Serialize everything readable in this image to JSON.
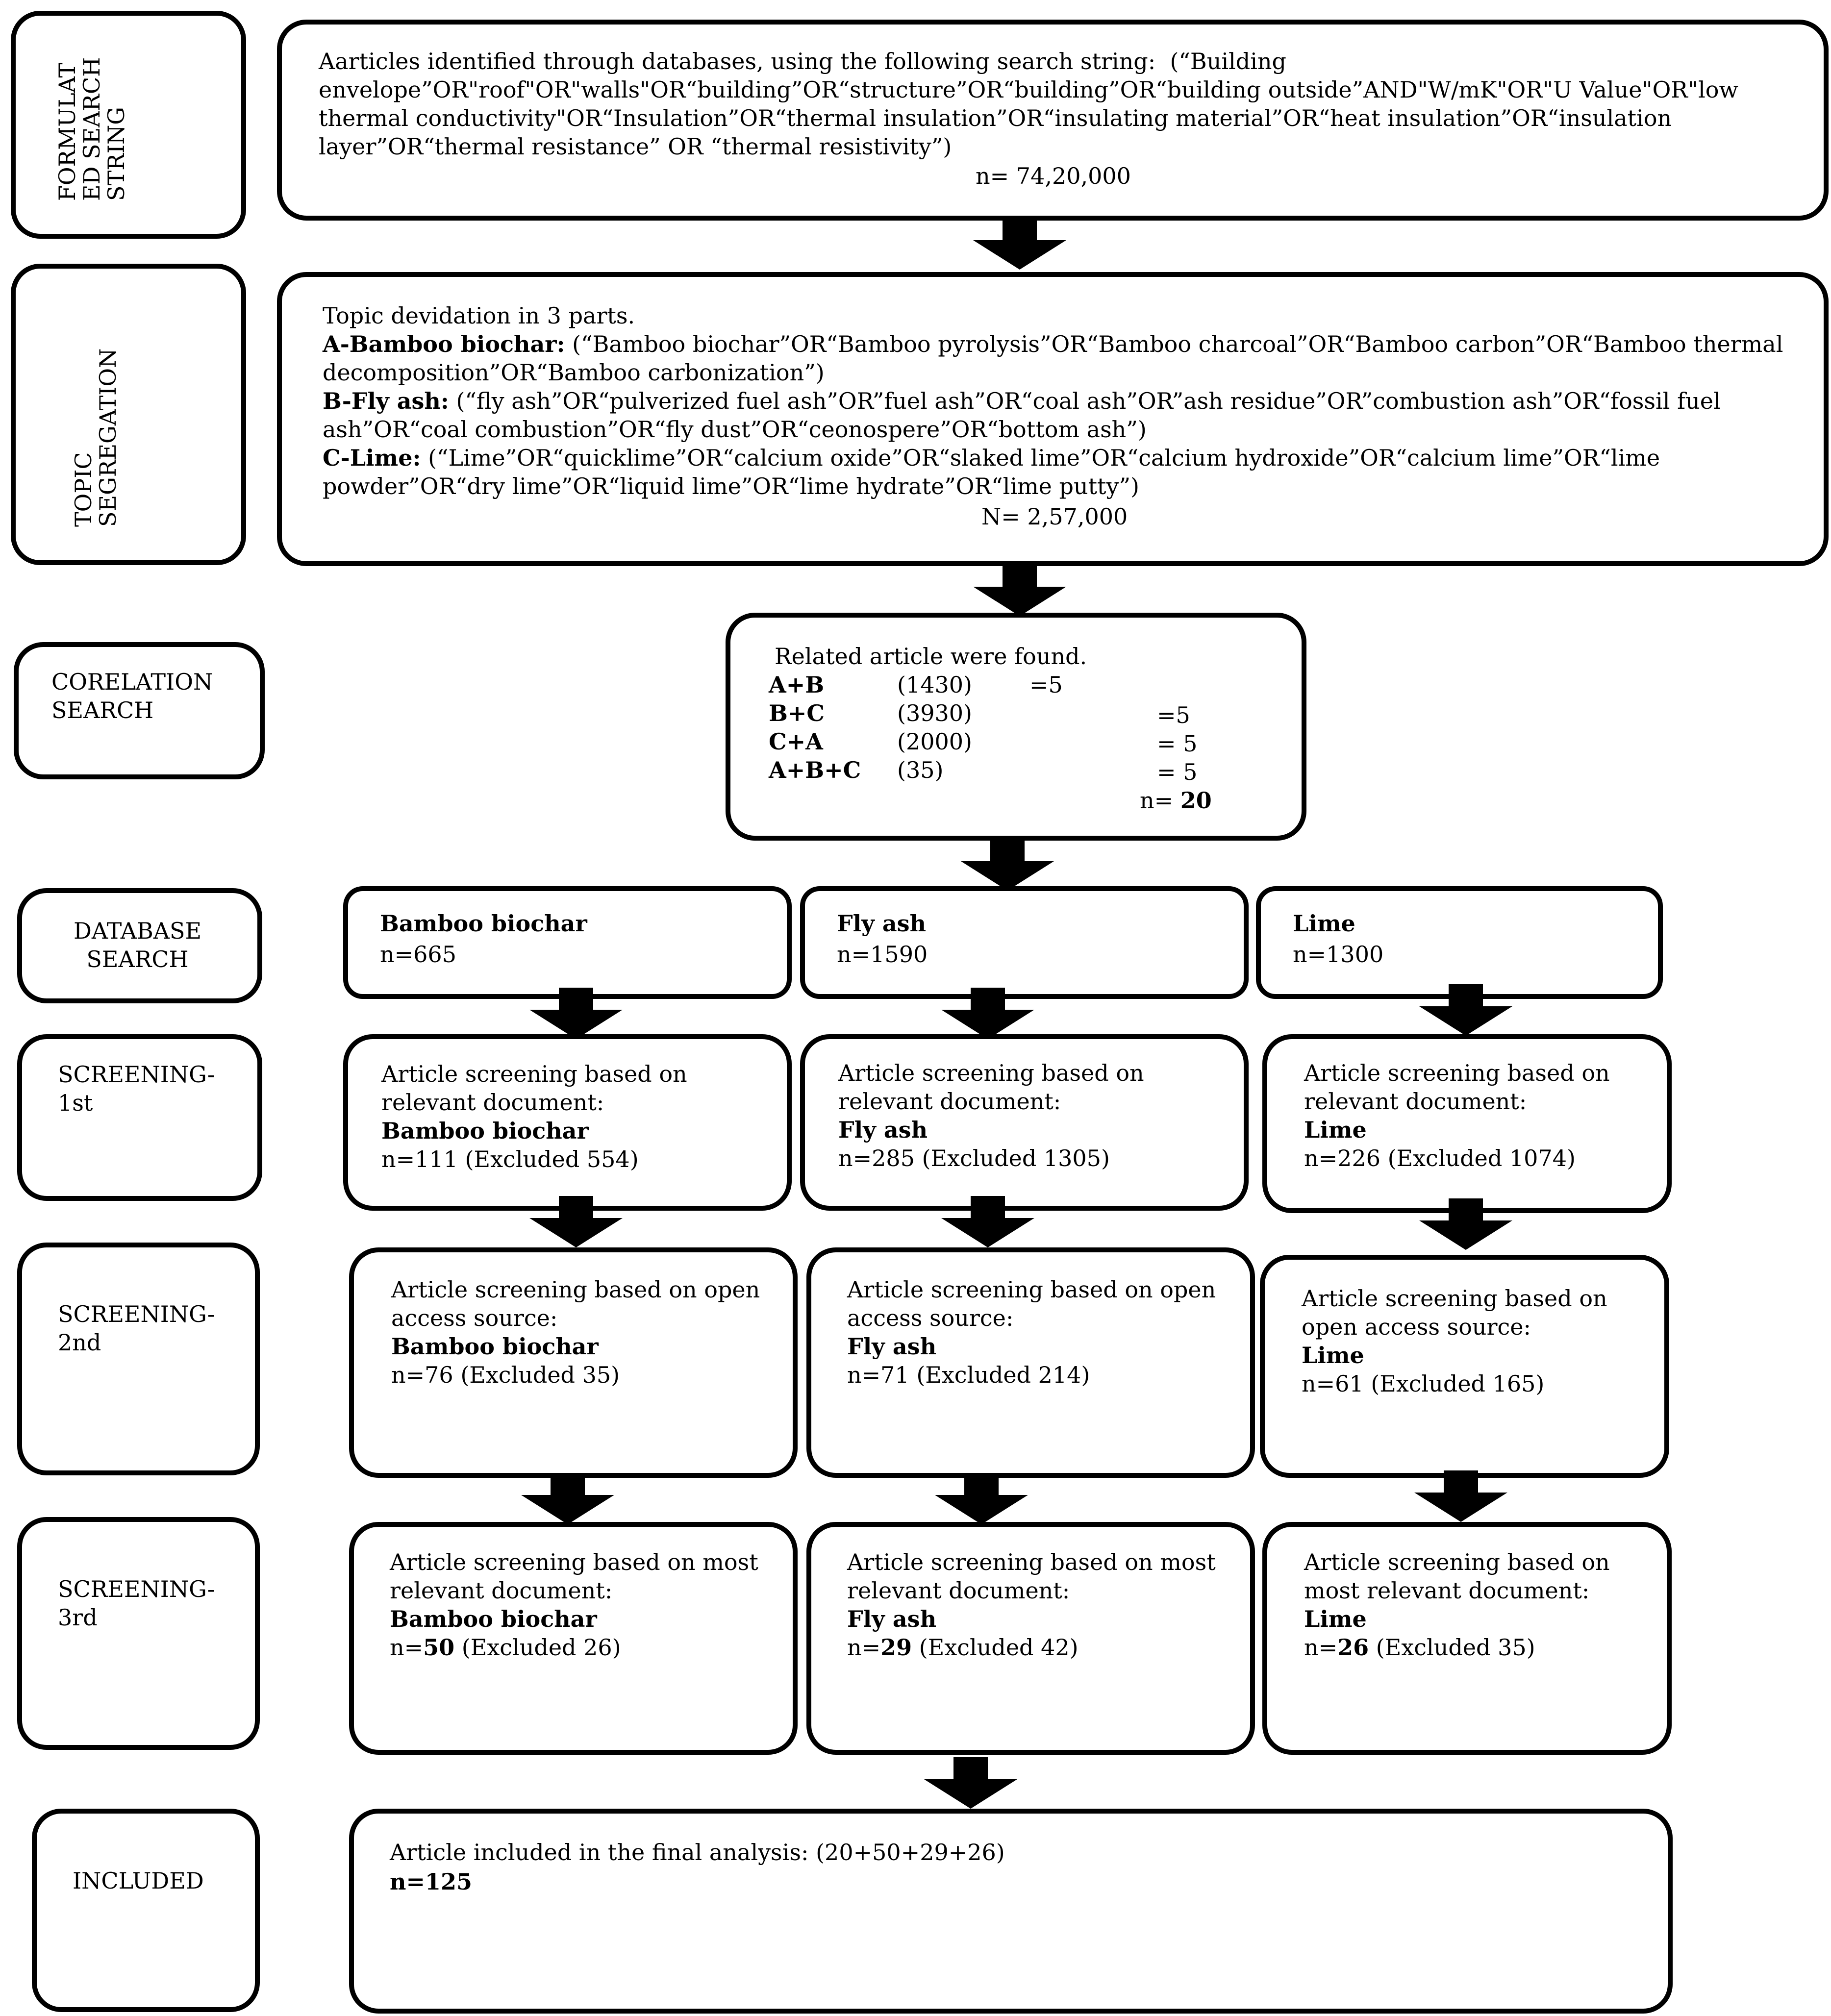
{
  "stages": {
    "formulated": "FORMULAT\nED SEARCH\nSTRING",
    "topic": "TOPIC\nSEGREGATION",
    "correlation": "CORELATION\nSEARCH",
    "database": "DATABASE\nSEARCH",
    "screening1": "SCREENING-\n1st",
    "screening2": "SCREENING-\n2nd",
    "screening3": "SCREENING-\n3rd",
    "included": "INCLUDED"
  },
  "search": {
    "line1": "Aarticles identified through databases, using the following search string:  (“Building",
    "line2": "envelope”OR\"roof\"OR\"walls\"OR“building”OR“structure”OR“building”OR“building outside”AND\"W/mK\"OR\"U Value\"OR\"low",
    "line3": "thermal conductivity\"OR“Insulation”OR“thermal insulation”OR“insulating material”OR“heat insulation”OR“insulation",
    "line4": "layer”OR“thermal resistance” OR “thermal resistivity”)",
    "count": "n= 74,20,000"
  },
  "topic": {
    "intro": "Topic devidation in 3 parts.",
    "a_label": "A-Bamboo biochar:",
    "a_text1": " (“Bamboo biochar”OR“Bamboo pyrolysis”OR“Bamboo charcoal”OR“Bamboo carbon”OR“Bamboo thermal",
    "a_text2": "decomposition”OR“Bamboo carbonization”)",
    "b_label": "B-Fly ash:",
    "b_text1": " (“fly ash”OR“pulverized fuel ash”OR”fuel ash”OR“coal ash”OR”ash residue”OR”combustion ash”OR“fossil fuel",
    "b_text2": "ash”OR“coal combustion”OR“fly dust”OR“ceonospere”OR“bottom ash”)",
    "c_label": "C-Lime:",
    "c_text1": " (“Lime”OR“quicklime”OR“calcium oxide”OR“slaked lime”OR“calcium hydroxide”OR“calcium lime”OR“lime",
    "c_text2": "powder”OR“dry lime”OR“liquid lime”OR“lime hydrate”OR“lime putty”)",
    "count": "N= 2,57,000"
  },
  "correlation": {
    "intro": "Related article were found.",
    "rows": [
      {
        "label": "A+B",
        "count": "(1430)",
        "result": "=5"
      },
      {
        "label": "B+C",
        "count": "(3930)",
        "result": "=5"
      },
      {
        "label": "C+A",
        "count": "(2000)",
        "result": "= 5"
      },
      {
        "label": "A+B+C",
        "count": "(35)",
        "result": "= 5"
      }
    ],
    "total_prefix": "n= ",
    "total": "20"
  },
  "database": {
    "bamboo_title": "Bamboo biochar",
    "bamboo_n": "n=665",
    "fly_title": "Fly ash",
    "fly_n": "n=1590",
    "lime_title": "Lime",
    "lime_n": "n=1300"
  },
  "screen1": {
    "line1": "Article screening based on",
    "line2": "relevant document:",
    "bamboo_title": "Bamboo biochar",
    "bamboo_n": "n=111 (Excluded 554)",
    "fly_title": "Fly ash",
    "fly_n": "n=285 (Excluded 1305)",
    "lime_title": "Lime",
    "lime_n": "n=226 (Excluded 1074)"
  },
  "screen2": {
    "wide_line1": "Article screening based on open",
    "wide_line2": "access source:",
    "narrow_line1": "Article screening based on",
    "narrow_line2": "open access source:",
    "bamboo_title": "Bamboo biochar",
    "bamboo_n": "n=76 (Excluded 35)",
    "fly_title": "Fly ash",
    "fly_n": "n=71 (Excluded 214)",
    "lime_title": "Lime",
    "lime_n": "n=61 (Excluded 165)"
  },
  "screen3": {
    "wide_line1": "Article screening based on most",
    "wide_line2": "relevant document:",
    "narrow_line1": "Article screening based on",
    "narrow_line2": "most relevant document:",
    "prefix": "n=",
    "bamboo_title": "Bamboo biochar",
    "bamboo_num": "50",
    "bamboo_rest": " (Excluded 26)",
    "fly_title": "Fly ash",
    "fly_num": "29",
    "fly_rest": " (Excluded 42)",
    "lime_title": "Lime",
    "lime_num": "26",
    "lime_rest": " (Excluded 35)"
  },
  "included": {
    "text": "Article included in the final analysis: (20+50+29+26)",
    "count": "n=125"
  }
}
